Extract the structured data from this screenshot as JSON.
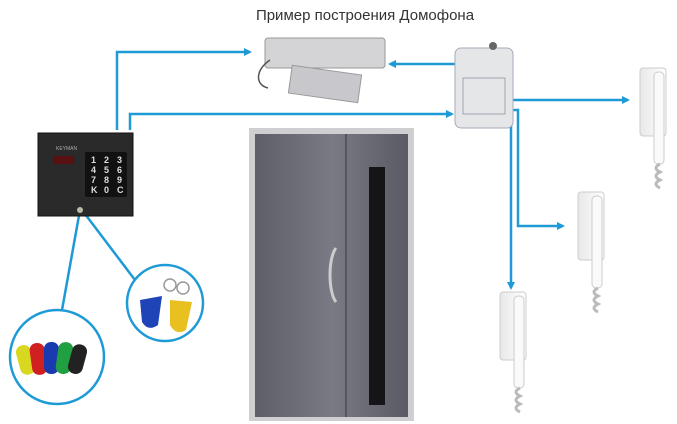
{
  "title": "Пример построения Домофона",
  "panel": {
    "brand": "KEYMAN",
    "keys": [
      "1",
      "2",
      "3",
      "4",
      "5",
      "6",
      "7",
      "8",
      "9",
      "K",
      "0",
      "C"
    ]
  },
  "colors": {
    "line": "#1e9ad6",
    "door": "#6e6e78",
    "panel": "#2a2a2a"
  }
}
